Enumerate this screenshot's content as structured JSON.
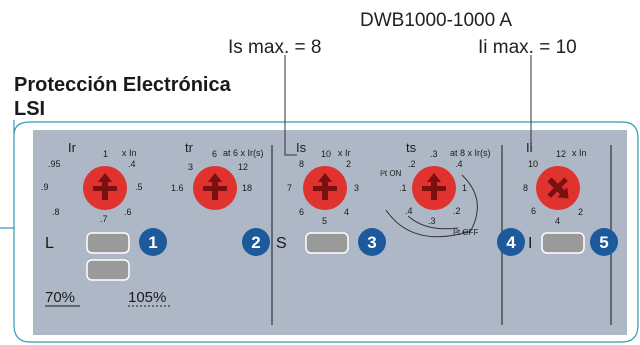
{
  "model_label": "DWB1000-1000 A",
  "is_max_label": "Is max. = 8",
  "ii_max_label": "Ii max. = 10",
  "title_line1": "Protección Electrónica",
  "title_line2": "LSI",
  "dial_ir": {
    "symbol": "Ir",
    "unit": "x In",
    "scale": [
      ".95",
      "1",
      ".4",
      ".9",
      ".5",
      ".8",
      ".7",
      ".6"
    ]
  },
  "dial_tr": {
    "symbol": "tr",
    "unit": "at 6 x Ir(s)",
    "scale": [
      "3",
      "6",
      "12",
      "1.6",
      "18"
    ]
  },
  "dial_is": {
    "symbol": "Is",
    "unit": "x Ir",
    "scale": [
      "8",
      "10",
      "2",
      "7",
      "3",
      "6",
      "5",
      "4"
    ]
  },
  "dial_ts": {
    "symbol": "ts",
    "unit": "at 8 x Ir(s)",
    "scale": [
      ".2",
      ".3",
      ".4",
      "I²t ON",
      ".1",
      "1",
      ".4",
      ".2",
      ".3",
      "I²t OFF"
    ]
  },
  "dial_ii": {
    "symbol": "Ii",
    "unit": "x In",
    "scale": [
      "10",
      "12",
      "8",
      "6",
      "4",
      "2"
    ]
  },
  "leds": {
    "l": "L",
    "s": "S",
    "i": "I"
  },
  "badges": [
    "1",
    "2",
    "3",
    "4",
    "5"
  ],
  "pct_70": "70%",
  "pct_105": "105%",
  "colors": {
    "panel": "#aeb7c6",
    "frame": "#2e9ab8",
    "knob": "#e0322e",
    "badge": "#1c5a9c",
    "led": "#9a9a9a"
  }
}
